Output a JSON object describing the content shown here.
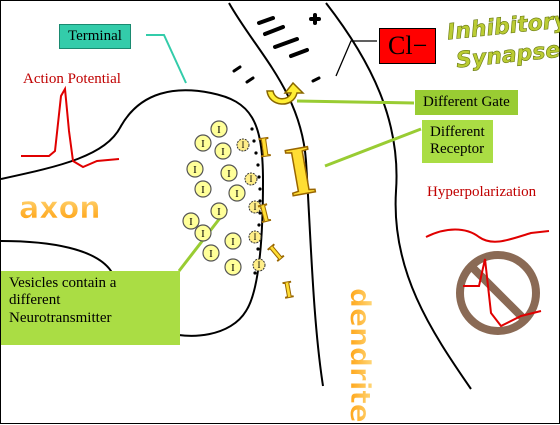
{
  "labels": {
    "terminal": "Terminal",
    "action_potential": "Action Potential",
    "chloride": "Cl−",
    "title_line1": "Inhibitory",
    "title_line2": "Synapse",
    "different_gate": "Different Gate",
    "different_receptor_line1": "Different",
    "different_receptor_line2": "Receptor",
    "hyperpolarization": "Hyperpolarization",
    "axon": "axon",
    "dendrite": "dendrite",
    "vesicles_line1": "Vesicles contain a",
    "vesicles_line2": "different",
    "vesicles_line3": "Neurotransmitter",
    "vesicle_letter": "I",
    "receptor_letter": "I"
  },
  "colors": {
    "box_cyan": "#33ccaa",
    "box_green": "#99cc33",
    "box_red": "#ff0000",
    "trace_red": "#e00000",
    "vesicle_fill": "#ffff99",
    "receptor_fill": "#ffee33",
    "stylized_text": "#ffbb33",
    "title_text": "#bbcc33"
  }
}
